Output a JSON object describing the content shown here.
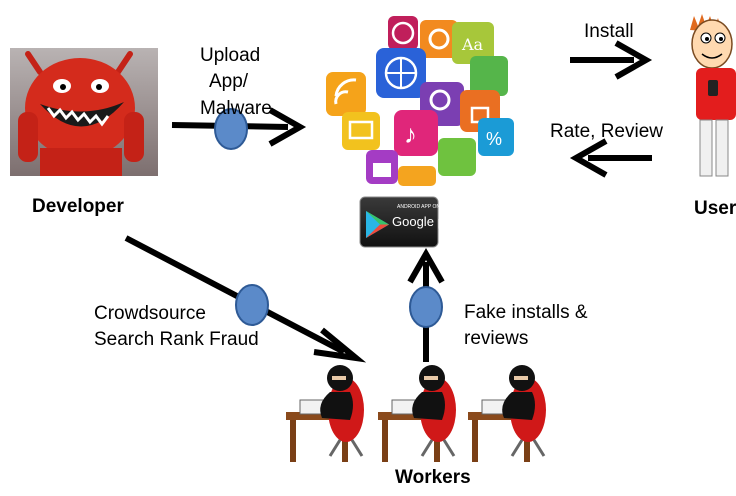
{
  "nodes": {
    "developer": "Developer",
    "user": "User",
    "workers": "Workers"
  },
  "edges": {
    "upload_line1": "Upload",
    "upload_line2": "App/",
    "upload_line3": "Malware",
    "install": "Install",
    "rate_review": "Rate, Review",
    "crowdsource_line1": "Crowdsource",
    "crowdsource_line2": "Search Rank Fraud",
    "fake_line1": "Fake installs &",
    "fake_line2": "reviews"
  },
  "store_badge": {
    "small_text": "ANDROID APP ON",
    "brand_text": "Google play"
  },
  "colors": {
    "arrow": "#000000",
    "marker_fill": "#5b8ac9",
    "marker_stroke": "#2e5a96",
    "robot": "#d42b1c",
    "badge_bg": "#1e1e1e"
  }
}
